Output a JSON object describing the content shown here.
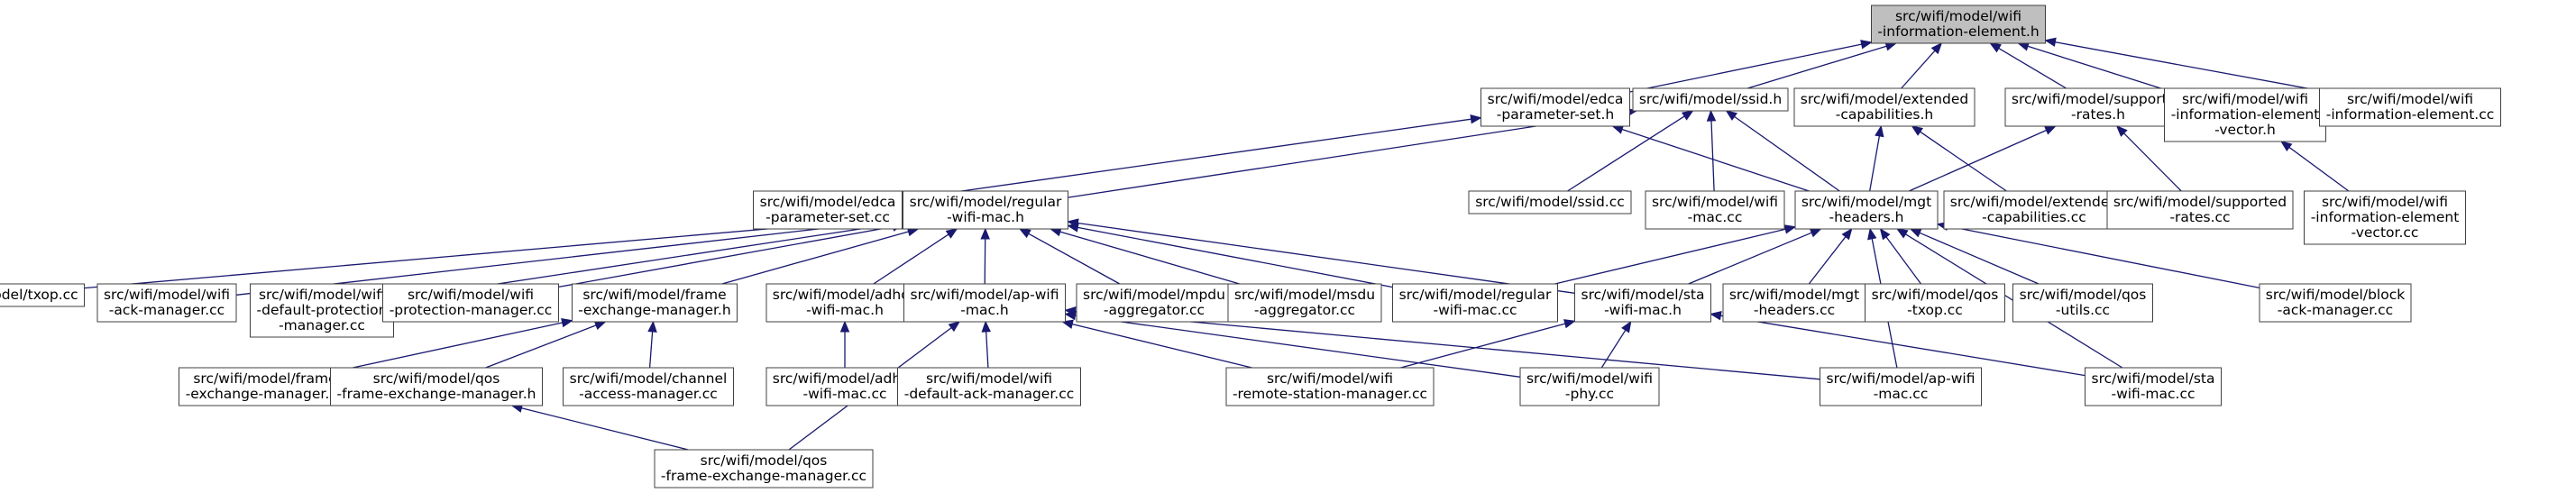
{
  "colors": {
    "node_fill": "#ffffff",
    "root_fill": "#bfbfbf",
    "node_border": "#404040",
    "edge": "#191970"
  },
  "nodes": [
    {
      "id": "ie_h",
      "lines": [
        "src/wifi/model/wifi",
        "-information-element.h"
      ],
      "root": true
    },
    {
      "id": "edca_h",
      "lines": [
        "src/wifi/model/edca",
        "-parameter-set.h"
      ]
    },
    {
      "id": "ssid_h",
      "lines": [
        "src/wifi/model/ssid.h"
      ]
    },
    {
      "id": "extcap_h",
      "lines": [
        "src/wifi/model/extended",
        "-capabilities.h"
      ]
    },
    {
      "id": "rates_h",
      "lines": [
        "src/wifi/model/supported",
        "-rates.h"
      ]
    },
    {
      "id": "iev_h",
      "lines": [
        "src/wifi/model/wifi",
        "-information-element",
        "-vector.h"
      ]
    },
    {
      "id": "ie_cc",
      "lines": [
        "src/wifi/model/wifi",
        "-information-element.cc"
      ]
    },
    {
      "id": "edca_cc",
      "lines": [
        "src/wifi/model/edca",
        "-parameter-set.cc"
      ]
    },
    {
      "id": "regmac_h",
      "lines": [
        "src/wifi/model/regular",
        "-wifi-mac.h"
      ]
    },
    {
      "id": "ssid_cc",
      "lines": [
        "src/wifi/model/ssid.cc"
      ]
    },
    {
      "id": "wifimac_cc",
      "lines": [
        "src/wifi/model/wifi",
        "-mac.cc"
      ]
    },
    {
      "id": "mgt_h",
      "lines": [
        "src/wifi/model/mgt",
        "-headers.h"
      ]
    },
    {
      "id": "extcap_cc",
      "lines": [
        "src/wifi/model/extended",
        "-capabilities.cc"
      ]
    },
    {
      "id": "rates_cc",
      "lines": [
        "src/wifi/model/supported",
        "-rates.cc"
      ]
    },
    {
      "id": "iev_cc",
      "lines": [
        "src/wifi/model/wifi",
        "-information-element",
        "-vector.cc"
      ]
    },
    {
      "id": "txop_cc",
      "lines": [
        "src/wifi/model/txop.cc"
      ]
    },
    {
      "id": "ackmgr_cc",
      "lines": [
        "src/wifi/model/wifi",
        "-ack-manager.cc"
      ]
    },
    {
      "id": "defprot_cc",
      "lines": [
        "src/wifi/model/wifi",
        "-default-protection",
        "-manager.cc"
      ]
    },
    {
      "id": "protmgr_cc",
      "lines": [
        "src/wifi/model/wifi",
        "-protection-manager.cc"
      ]
    },
    {
      "id": "fem_h",
      "lines": [
        "src/wifi/model/frame",
        "-exchange-manager.h"
      ]
    },
    {
      "id": "adhoc_h",
      "lines": [
        "src/wifi/model/adhoc",
        "-wifi-mac.h"
      ]
    },
    {
      "id": "apmac_h",
      "lines": [
        "src/wifi/model/ap-wifi",
        "-mac.h"
      ]
    },
    {
      "id": "mpdu_cc",
      "lines": [
        "src/wifi/model/mpdu",
        "-aggregator.cc"
      ]
    },
    {
      "id": "msdu_cc",
      "lines": [
        "src/wifi/model/msdu",
        "-aggregator.cc"
      ]
    },
    {
      "id": "regmac_cc",
      "lines": [
        "src/wifi/model/regular",
        "-wifi-mac.cc"
      ]
    },
    {
      "id": "stamac_h",
      "lines": [
        "src/wifi/model/sta",
        "-wifi-mac.h"
      ]
    },
    {
      "id": "mgt_cc",
      "lines": [
        "src/wifi/model/mgt",
        "-headers.cc"
      ]
    },
    {
      "id": "qostxop_cc",
      "lines": [
        "src/wifi/model/qos",
        "-txop.cc"
      ]
    },
    {
      "id": "qosutils_cc",
      "lines": [
        "src/wifi/model/qos",
        "-utils.cc"
      ]
    },
    {
      "id": "blockack_cc",
      "lines": [
        "src/wifi/model/block",
        "-ack-manager.cc"
      ]
    },
    {
      "id": "fem_cc",
      "lines": [
        "src/wifi/model/frame",
        "-exchange-manager.cc"
      ]
    },
    {
      "id": "qosfem_h",
      "lines": [
        "src/wifi/model/qos",
        "-frame-exchange-manager.h"
      ]
    },
    {
      "id": "chanacc_cc",
      "lines": [
        "src/wifi/model/channel",
        "-access-manager.cc"
      ]
    },
    {
      "id": "adhoc_cc",
      "lines": [
        "src/wifi/model/adhoc",
        "-wifi-mac.cc"
      ]
    },
    {
      "id": "defack_cc",
      "lines": [
        "src/wifi/model/wifi",
        "-default-ack-manager.cc"
      ]
    },
    {
      "id": "rsm_cc",
      "lines": [
        "src/wifi/model/wifi",
        "-remote-station-manager.cc"
      ]
    },
    {
      "id": "phy_cc",
      "lines": [
        "src/wifi/model/wifi",
        "-phy.cc"
      ]
    },
    {
      "id": "apmac_cc",
      "lines": [
        "src/wifi/model/ap-wifi",
        "-mac.cc"
      ]
    },
    {
      "id": "stamac_cc",
      "lines": [
        "src/wifi/model/sta",
        "-wifi-mac.cc"
      ]
    },
    {
      "id": "qosfem_cc",
      "lines": [
        "src/wifi/model/qos",
        "-frame-exchange-manager.cc"
      ]
    }
  ],
  "edges": [
    [
      "edca_h",
      "ie_h"
    ],
    [
      "ssid_h",
      "ie_h"
    ],
    [
      "extcap_h",
      "ie_h"
    ],
    [
      "rates_h",
      "ie_h"
    ],
    [
      "iev_h",
      "ie_h"
    ],
    [
      "ie_cc",
      "ie_h"
    ],
    [
      "edca_cc",
      "edca_h"
    ],
    [
      "mgt_h",
      "edca_h"
    ],
    [
      "regmac_h",
      "ssid_h"
    ],
    [
      "ssid_cc",
      "ssid_h"
    ],
    [
      "wifimac_cc",
      "ssid_h"
    ],
    [
      "mgt_h",
      "ssid_h"
    ],
    [
      "mgt_h",
      "extcap_h"
    ],
    [
      "extcap_cc",
      "extcap_h"
    ],
    [
      "mgt_h",
      "rates_h"
    ],
    [
      "rates_cc",
      "rates_h"
    ],
    [
      "iev_cc",
      "iev_h"
    ],
    [
      "txop_cc",
      "regmac_h"
    ],
    [
      "ackmgr_cc",
      "regmac_h"
    ],
    [
      "defprot_cc",
      "regmac_h"
    ],
    [
      "protmgr_cc",
      "regmac_h"
    ],
    [
      "fem_h",
      "regmac_h"
    ],
    [
      "adhoc_h",
      "regmac_h"
    ],
    [
      "apmac_h",
      "regmac_h"
    ],
    [
      "mpdu_cc",
      "regmac_h"
    ],
    [
      "msdu_cc",
      "regmac_h"
    ],
    [
      "regmac_cc",
      "regmac_h"
    ],
    [
      "stamac_h",
      "regmac_h"
    ],
    [
      "regmac_cc",
      "mgt_h"
    ],
    [
      "stamac_h",
      "mgt_h"
    ],
    [
      "mgt_cc",
      "mgt_h"
    ],
    [
      "qostxop_cc",
      "mgt_h"
    ],
    [
      "qosutils_cc",
      "mgt_h"
    ],
    [
      "blockack_cc",
      "mgt_h"
    ],
    [
      "apmac_cc",
      "mgt_h"
    ],
    [
      "stamac_cc",
      "mgt_h"
    ],
    [
      "fem_cc",
      "fem_h"
    ],
    [
      "qosfem_h",
      "fem_h"
    ],
    [
      "chanacc_cc",
      "fem_h"
    ],
    [
      "adhoc_cc",
      "adhoc_h"
    ],
    [
      "defack_cc",
      "apmac_h"
    ],
    [
      "rsm_cc",
      "apmac_h"
    ],
    [
      "phy_cc",
      "apmac_h"
    ],
    [
      "apmac_cc",
      "apmac_h"
    ],
    [
      "qosfem_cc",
      "apmac_h"
    ],
    [
      "rsm_cc",
      "stamac_h"
    ],
    [
      "phy_cc",
      "stamac_h"
    ],
    [
      "stamac_cc",
      "stamac_h"
    ],
    [
      "qosfem_cc",
      "qosfem_h"
    ]
  ]
}
